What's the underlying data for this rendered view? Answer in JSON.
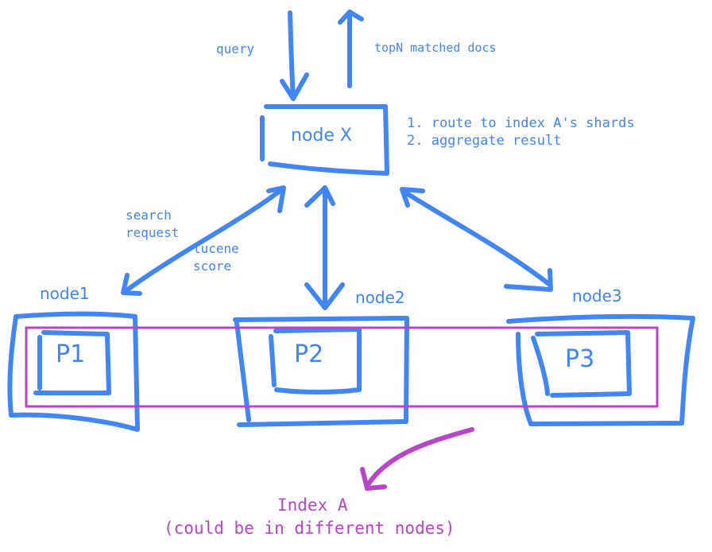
{
  "colors": {
    "blue": "#4285f4",
    "purple": "#b845c9"
  },
  "top": {
    "query_label": "query",
    "response_label": "topN matched docs"
  },
  "coordinator": {
    "title": "node X",
    "steps": [
      "1. route to index A's shards",
      "2. aggregate result"
    ]
  },
  "edges": {
    "search_request_label_line1": "search",
    "search_request_label_line2": "request",
    "lucene_score_label_line1": "lucene",
    "lucene_score_label_line2": "score"
  },
  "nodes": [
    {
      "name": "node1",
      "shard": "P1"
    },
    {
      "name": "node2",
      "shard": "P2"
    },
    {
      "name": "node3",
      "shard": "P3"
    }
  ],
  "index": {
    "title": "Index A",
    "note": "(could be in different nodes)"
  }
}
